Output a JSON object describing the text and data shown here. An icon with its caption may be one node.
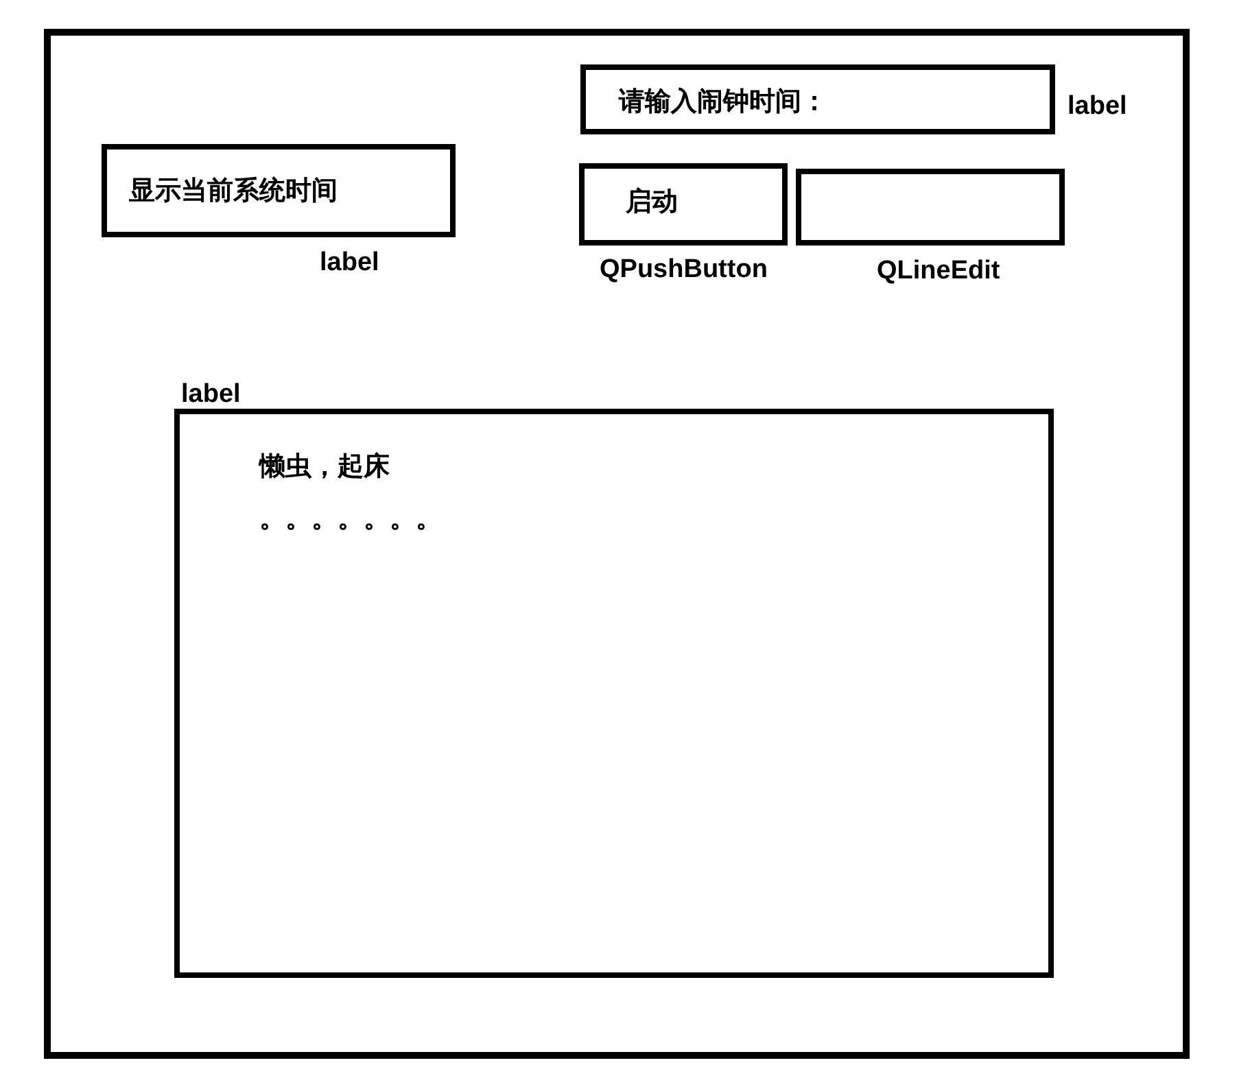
{
  "diagram": {
    "nodes": [
      {
        "text": [],
        "shape": "box"
      },
      {
        "text": [
          "请输入闹钟时间："
        ],
        "in": 0,
        "beside": [
          "label"
        ]
      },
      {
        "text": [
          "显示当前系统时间"
        ],
        "in": 0,
        "beside": [
          "label"
        ]
      },
      {
        "text": [
          "启动"
        ],
        "in": 0,
        "beside": [
          "QPushButton"
        ]
      },
      {
        "text": [],
        "shape": "box",
        "in": 0,
        "beside": [
          "QLineEdit"
        ]
      },
      {
        "text": [
          "懒虫，起床",
          "。。。。。。。"
        ],
        "in": 0,
        "beside": [
          "label"
        ]
      }
    ]
  }
}
